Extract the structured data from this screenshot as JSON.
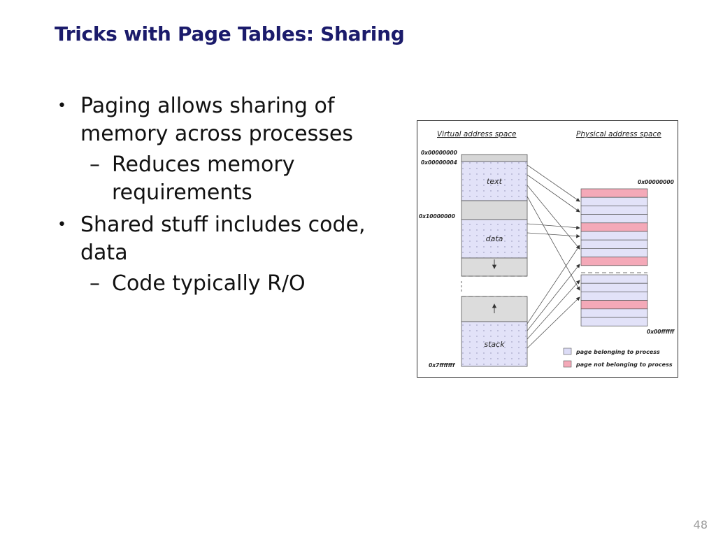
{
  "slide": {
    "title": "Tricks with Page Tables: Sharing",
    "page_number": "48"
  },
  "bullets": [
    {
      "text": "Paging allows sharing of memory across processes",
      "marker": "•",
      "sub": [
        {
          "text": "Reduces memory requirements",
          "marker": "–"
        }
      ]
    },
    {
      "text": "Shared stuff includes code, data",
      "marker": "•",
      "sub": [
        {
          "text": "Code typically R/O",
          "marker": "–"
        }
      ]
    }
  ],
  "figure": {
    "virtual_heading": "Virtual address space",
    "physical_heading": "Physical address space",
    "virtual_addresses": {
      "start": "0x00000000",
      "second": "0x00000004",
      "data_start": "0x10000000",
      "end": "0x7fffffff"
    },
    "physical_addresses": {
      "start": "0x00000000",
      "end": "0x00ffffff"
    },
    "segments": {
      "text": "text",
      "data": "data",
      "stack": "stack"
    },
    "legend": [
      {
        "label": "page belonging to process",
        "color": "#dcdcf6"
      },
      {
        "label": "page not belonging to process",
        "color": "#f4a9b8"
      }
    ],
    "colors": {
      "owned_page": "#e2e2f8",
      "foreign_page": "#f4a9b8",
      "unused_region": "#e0e0e0",
      "arrow": "#555555"
    }
  }
}
